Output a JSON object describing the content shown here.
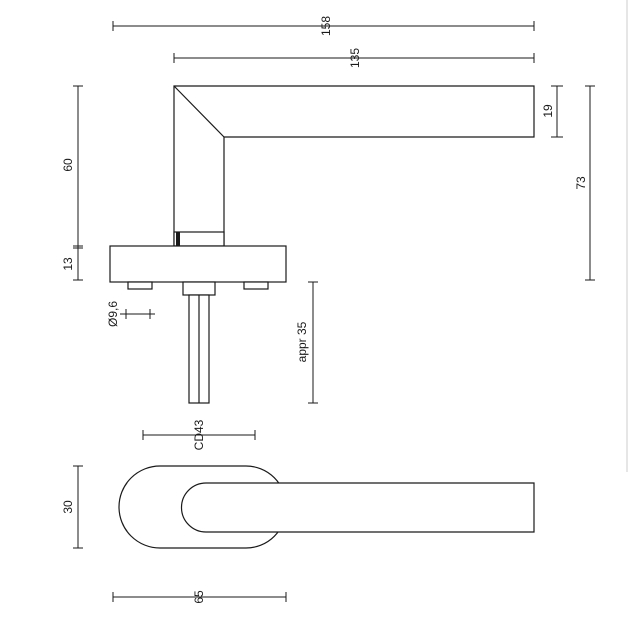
{
  "dimensions": {
    "overall_length": "158",
    "lever_length": "135",
    "lever_thickness": "19",
    "total_height": "73",
    "lever_height": "60",
    "rose_thickness": "13",
    "spindle_diameter": "Ø9,6",
    "spindle_length": "appr 35",
    "fixing_distance": "CD43",
    "rose_width": "30",
    "rose_length": "65"
  }
}
